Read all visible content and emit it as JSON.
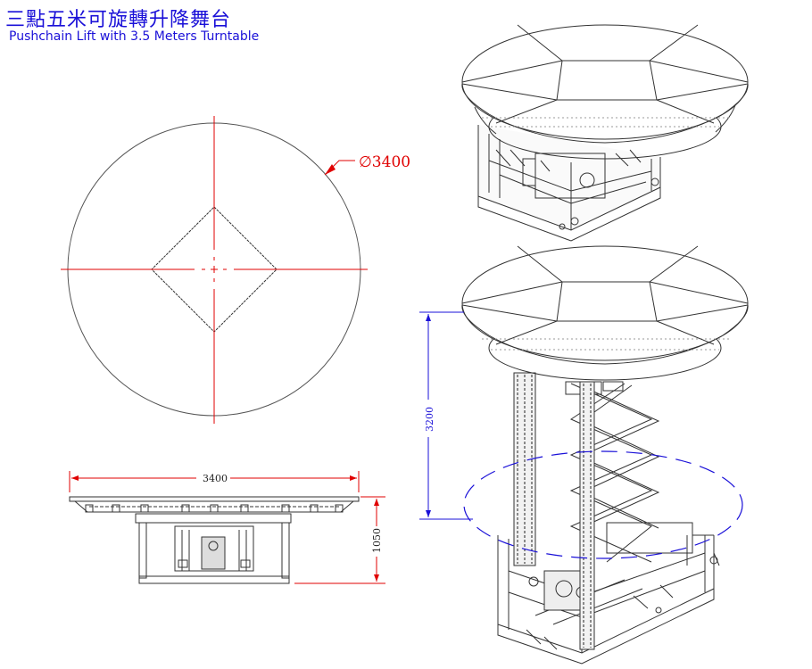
{
  "title": {
    "chinese": "三點五米可旋轉升降舞台",
    "english": "Pushchain Lift with 3.5 Meters Turntable"
  },
  "dimensions": {
    "diameter": "∅3400",
    "width": "3400",
    "height_closed": "1050",
    "lift_travel": "3200"
  },
  "colors": {
    "title": "#1a10d8",
    "centerline": "#e00000",
    "dimension_blue": "#1a10d8",
    "line": "#222222"
  }
}
